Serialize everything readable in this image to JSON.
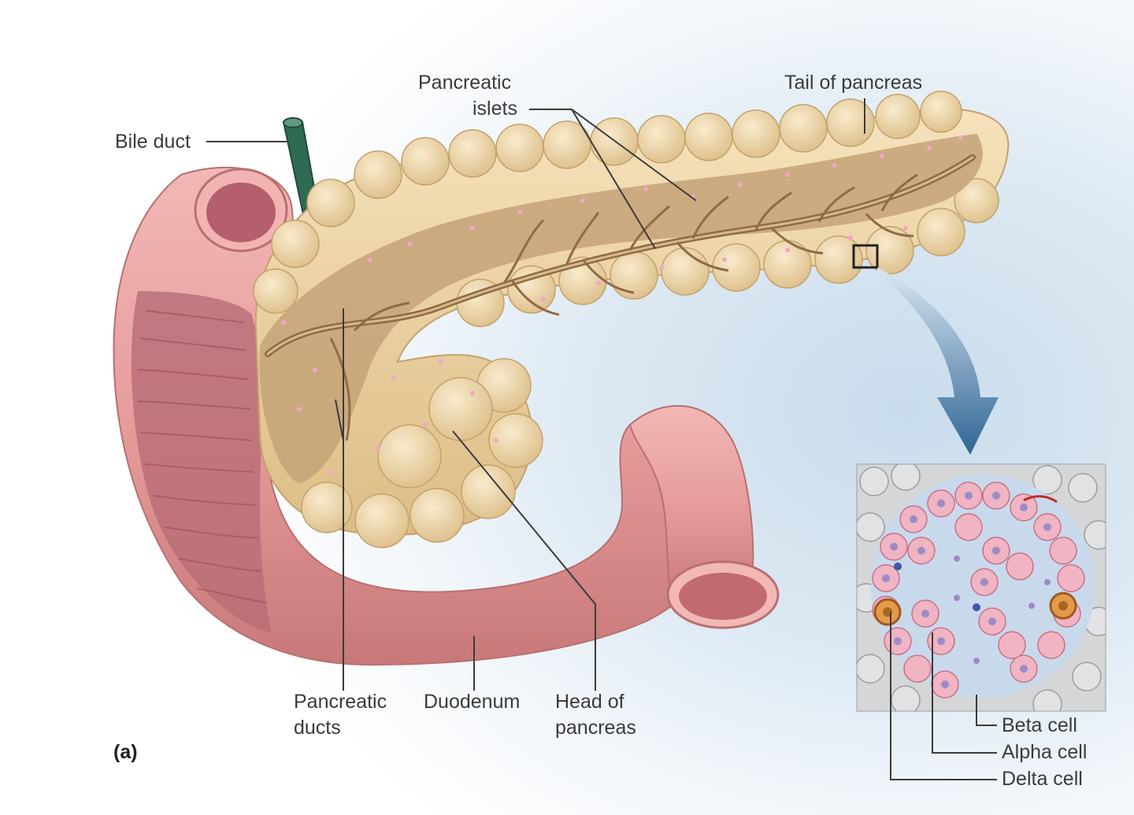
{
  "figure": {
    "panel": "(a)",
    "labels": {
      "bile_duct": "Bile duct",
      "pancreatic_islets": [
        "Pancreatic",
        "islets"
      ],
      "tail_of_pancreas": "Tail of pancreas",
      "pancreatic_ducts": [
        "Pancreatic",
        "ducts"
      ],
      "duodenum": "Duodenum",
      "head_of_pancreas": [
        "Head of",
        "pancreas"
      ],
      "beta_cell": "Beta cell",
      "alpha_cell": "Alpha cell",
      "delta_cell": "Delta cell"
    },
    "colors": {
      "duodenum": "#e9a5a3",
      "pancreas": "#ecd2a2",
      "duct": "#b0946e",
      "bile_duct": "#2f6a52",
      "arrow": "#3b6f9c",
      "beta_cells": "#f0b4c2",
      "alpha_cells": "#c9d9ec"
    }
  }
}
